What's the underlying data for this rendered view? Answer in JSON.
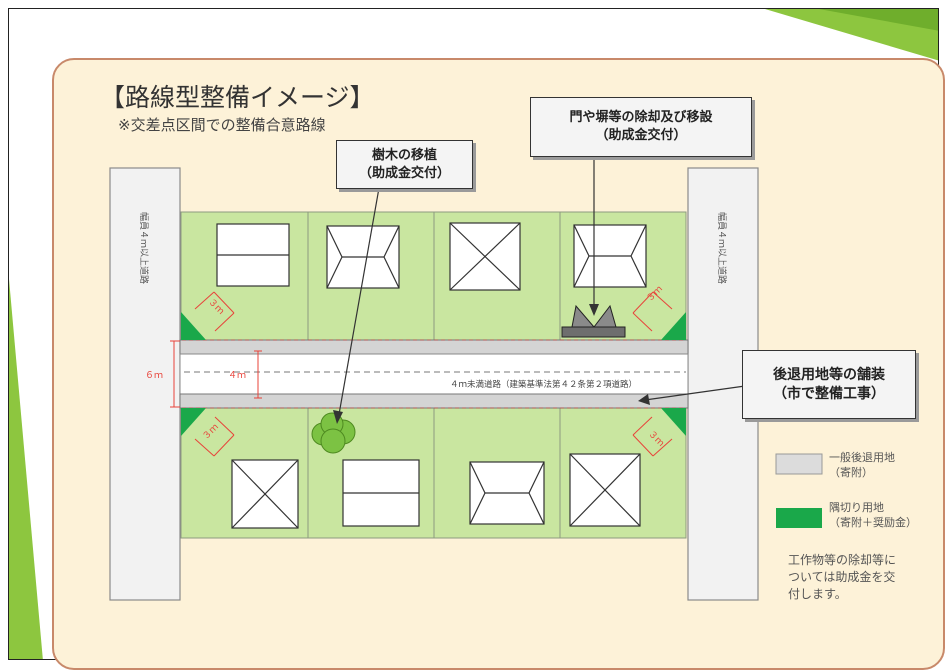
{
  "title": "【路線型整備イメージ】",
  "subtitle": "※交差点区間での整備合意路線",
  "callouts": {
    "gate": {
      "line1": "門や塀等の除却及び移設",
      "line2": "（助成金交付）"
    },
    "tree": {
      "line1": "樹木の移植",
      "line2": "（助成金交付）"
    },
    "paving": {
      "line1": "後退用地等の舗装",
      "line2": "（市で整備工事）"
    }
  },
  "labels": {
    "left_road": "幅員４ｍ以上道路",
    "right_road": "幅員４ｍ以上道路",
    "center_line": "４ｍ未満道路（建築基準法第４２条第２項道路）",
    "six_m": "６ｍ",
    "four_m": "４ｍ",
    "corner_3m": "３ｍ"
  },
  "legend": [
    {
      "line1": "一般後退用地",
      "line2": "（寄附）",
      "color": "#dcdcdc"
    },
    {
      "line1": "隅切り用地",
      "line2": "（寄附＋奨励金）",
      "color": "#1aa84a"
    }
  ],
  "footnote": {
    "line1": "工作物等の除却等に",
    "line2": "ついては助成金を交",
    "line3": "付します。"
  },
  "colors": {
    "lot": "#c9e6a0",
    "corner": "#1aa84a",
    "accent": "#8dc63f",
    "panel": "#fdf2d8",
    "panel_border": "#c8896a",
    "dimension": "#e8433a"
  }
}
